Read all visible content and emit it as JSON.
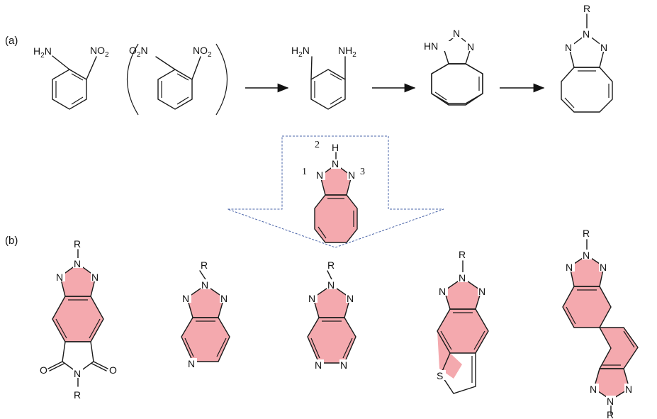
{
  "panel_labels": {
    "a": "(a)",
    "b": "(b)"
  },
  "atoms": {
    "N": "N",
    "NH": "NH",
    "HN": "HN",
    "H": "H",
    "O": "O",
    "S": "S",
    "R": "R",
    "H2N": "H2N",
    "NH2": "NH2",
    "NO2": "NO2",
    "O2N": "O2N"
  },
  "numbering": {
    "n1": "1",
    "n2": "2",
    "n3": "3"
  },
  "colors": {
    "highlight": "#f4a9ae",
    "callout_border": "#4a64a8",
    "bond": "#1a1a1a"
  }
}
